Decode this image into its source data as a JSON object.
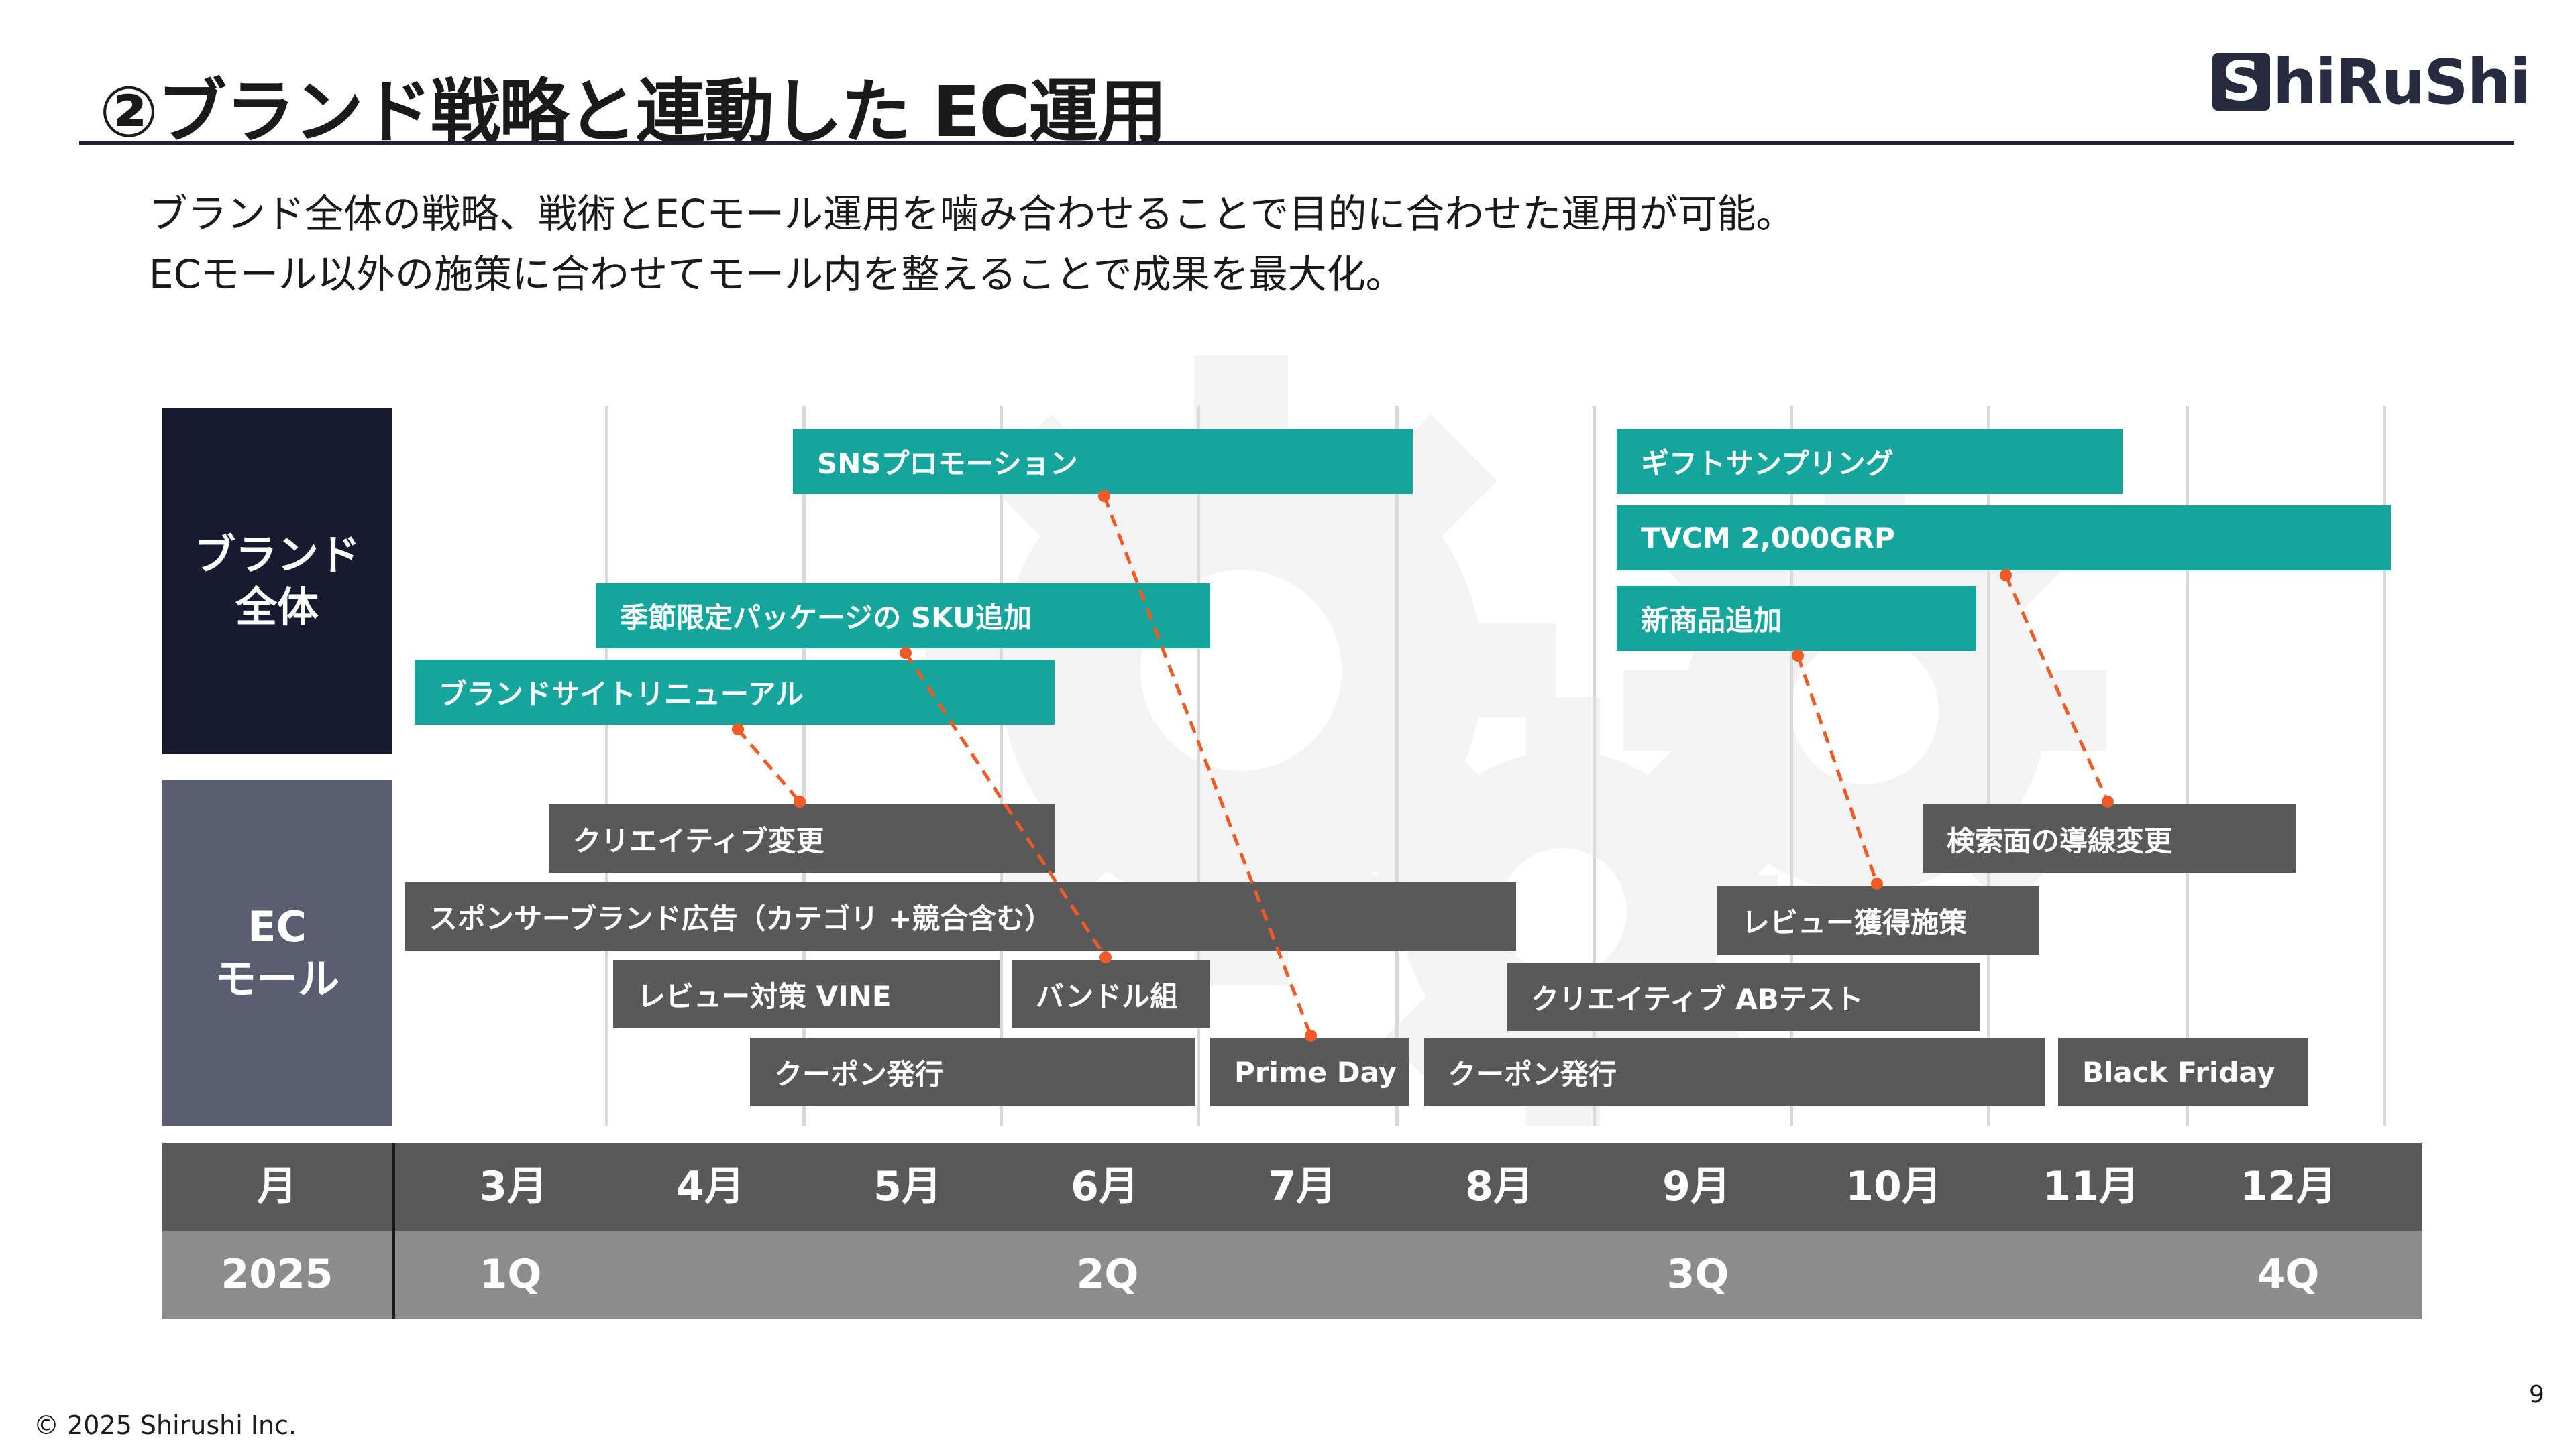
{
  "header": {
    "title": "②ブランド戦略と連動した EC運用",
    "logo_text": "ShiRuShi"
  },
  "description": [
    "ブランド全体の戦略、戦術とECモール運用を噛み合わせることで目的に合わせた運用が可能。",
    "ECモール以外の施策に合わせてモール内を整えることで成果を最大化。"
  ],
  "categories": {
    "brand": "ブランド\n全体",
    "ec": "EC\nモール"
  },
  "axis": {
    "month_header": "月",
    "year": "2025",
    "months": [
      "3月",
      "4月",
      "5月",
      "6月",
      "7月",
      "8月",
      "9月",
      "10月",
      "11月",
      "12月"
    ],
    "quarters": [
      "1Q",
      "2Q",
      "3Q",
      "4Q"
    ]
  },
  "brand_bars": [
    "SNSプロモーション",
    "ギフトサンプリング",
    "TVCM 2,000GRP",
    "季節限定パッケージの SKU追加",
    "新商品追加",
    "ブランドサイトリニューアル"
  ],
  "ec_bars": [
    "クリエイティブ変更",
    "検索面の導線変更",
    "スポンサーブランド広告（カテゴリ +競合含む）",
    "レビュー獲得施策",
    "レビュー対策 VINE",
    "バンドル組",
    "クリエイティブ ABテスト",
    "クーポン発行",
    "Prime Day",
    "クーポン発行",
    "Black Friday"
  ],
  "footer": {
    "copyright": "© 2025 Shirushi Inc.",
    "page": "9"
  },
  "colors": {
    "brand_bar": "#14a59c",
    "ec_bar": "#595959",
    "brand_category": "#171b30",
    "ec_category": "#5b5e70",
    "connector": "#f05a24",
    "axis_top": "#595959",
    "axis_bottom": "#8c8c8c"
  }
}
